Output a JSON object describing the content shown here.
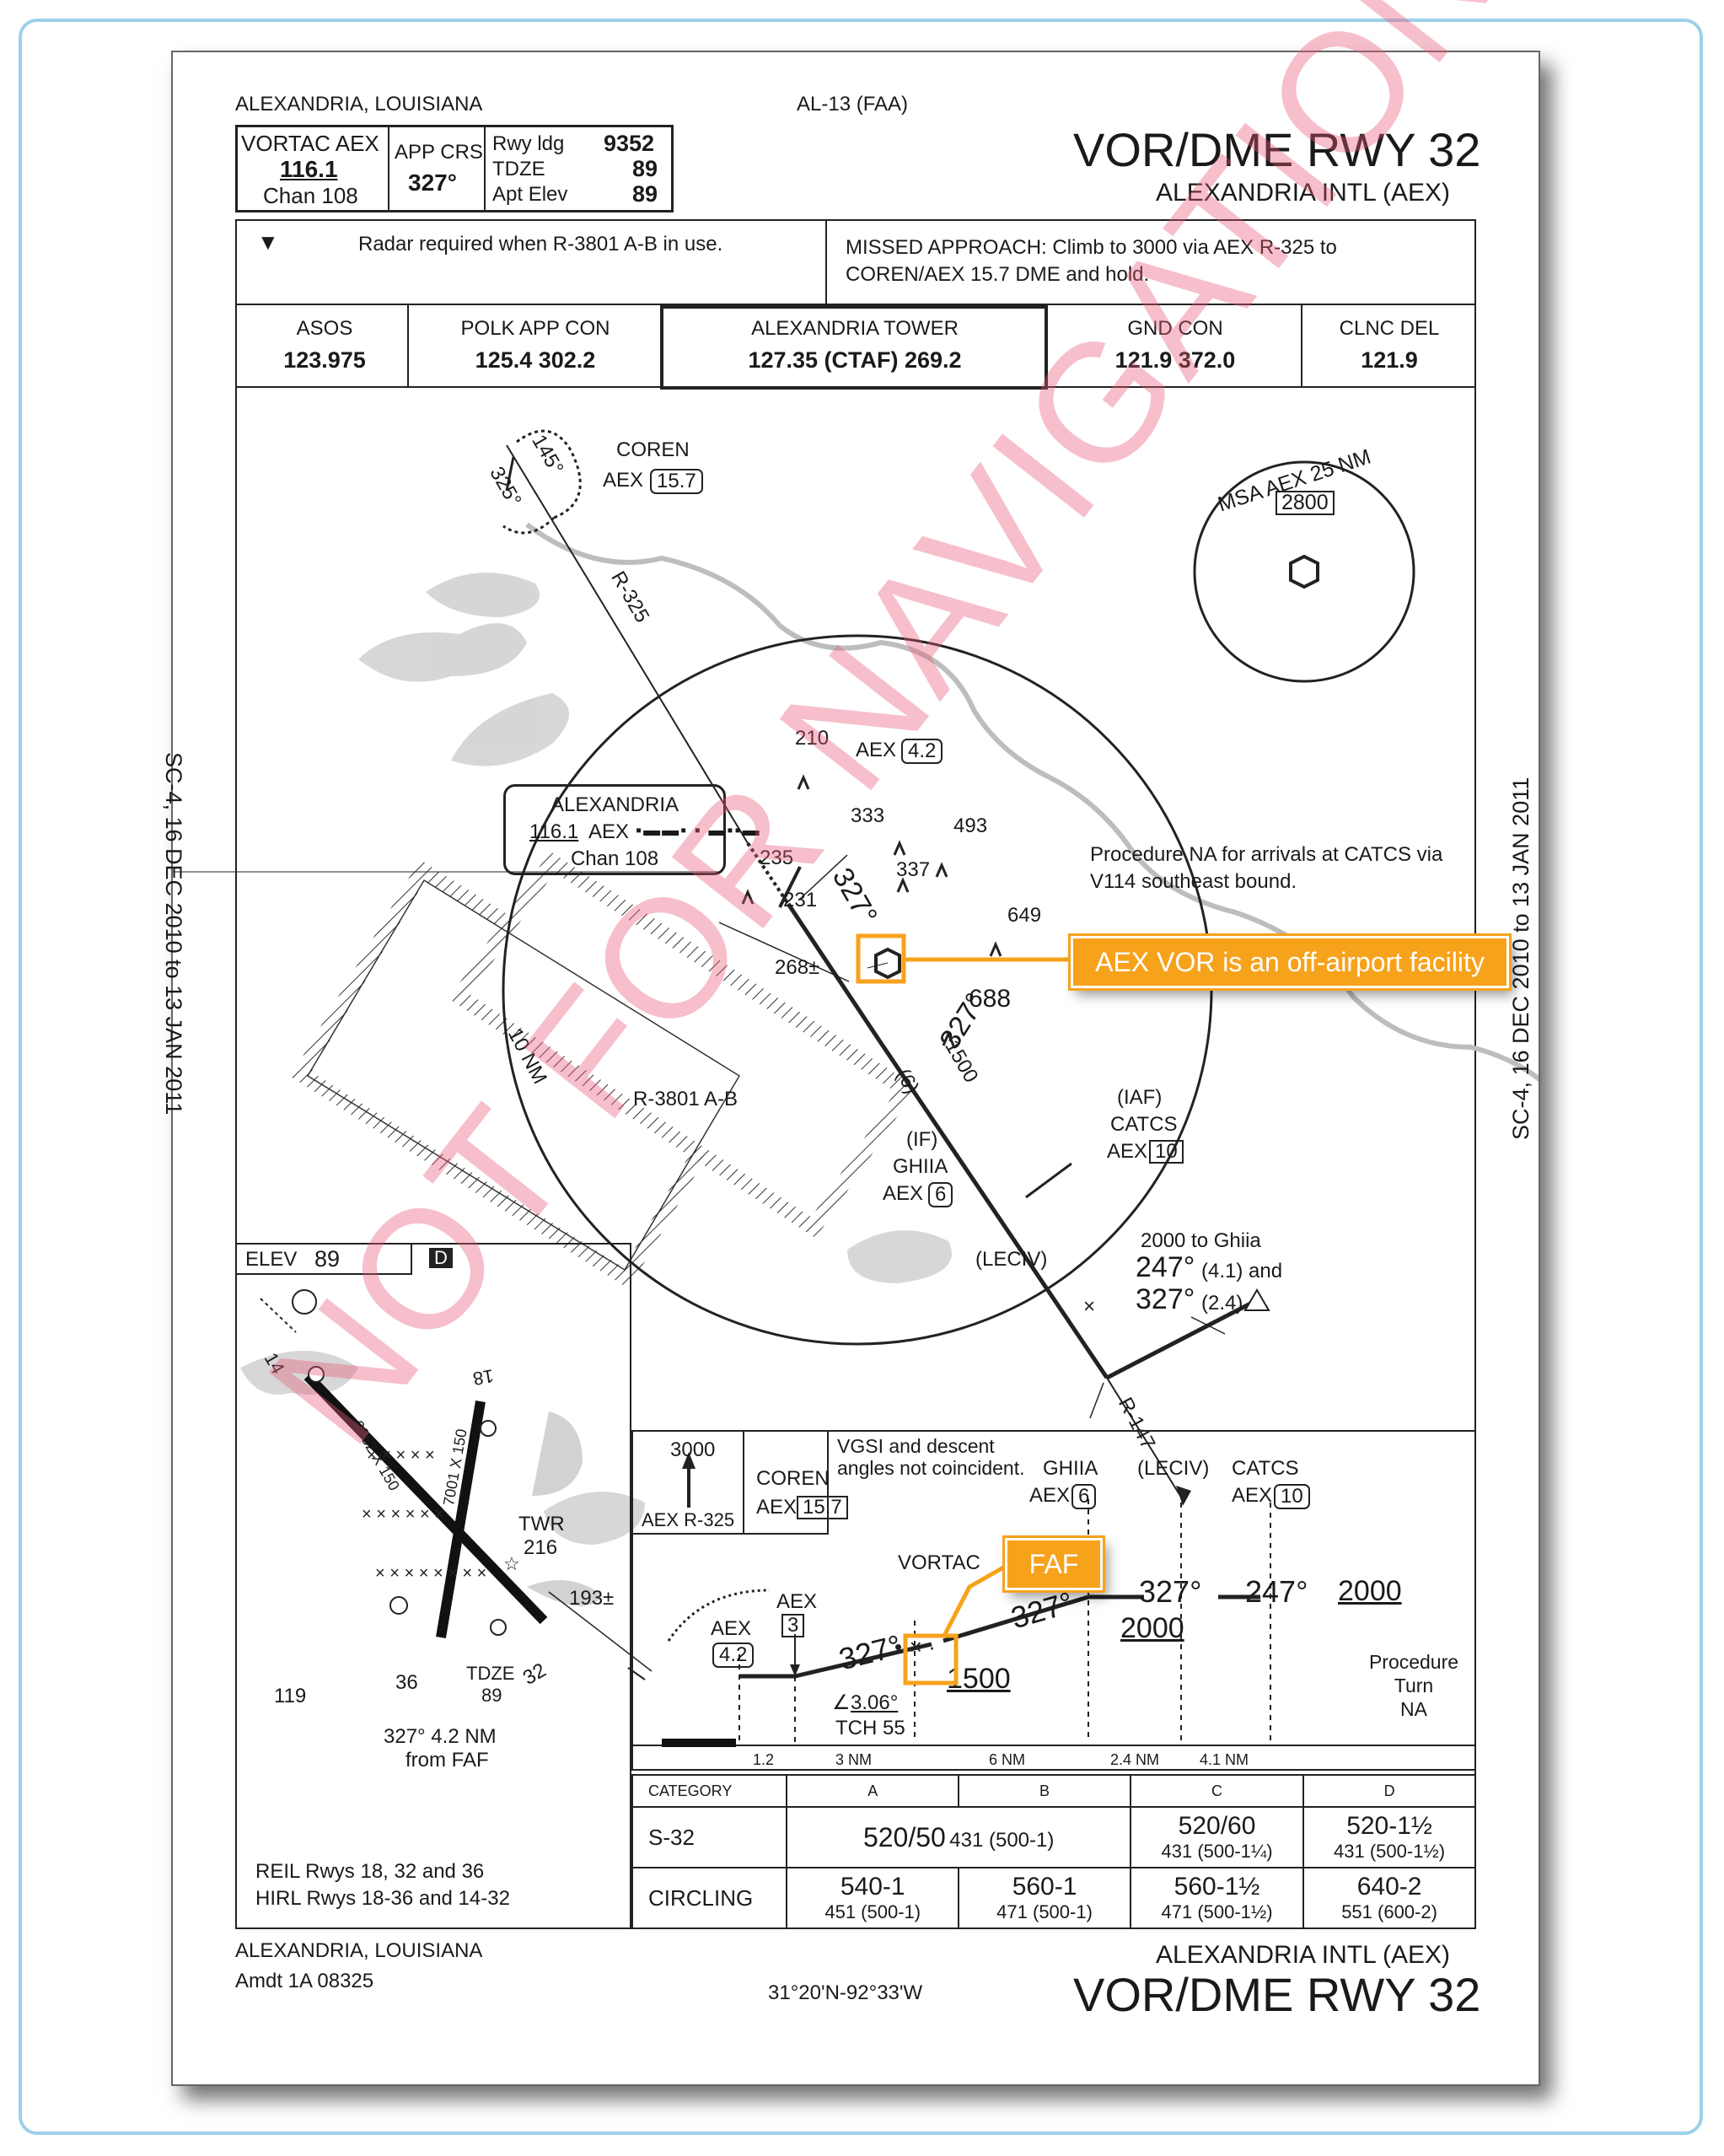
{
  "header": {
    "city": "ALEXANDRIA, LOUISIANA",
    "chart_id": "AL-13 (FAA)",
    "title": "VOR/DME RWY 32",
    "airport": "ALEXANDRIA INTL (AEX)"
  },
  "nav_box": {
    "vortac": "VORTAC AEX",
    "freq": "116.1",
    "chan": "Chan 108",
    "app_crs_label": "APP CRS",
    "app_crs": "327°",
    "rwy_ldg_label": "Rwy ldg",
    "rwy_ldg": "9352",
    "tdze_label": "TDZE",
    "tdze": "89",
    "apt_elev_label": "Apt Elev",
    "apt_elev": "89"
  },
  "notes": {
    "radar": "Radar required when R-3801 A-B in use.",
    "missed_1": "MISSED APPROACH:  Climb to 3000 via AEX R-325 to",
    "missed_2": "COREN/AEX 15.7 DME and hold."
  },
  "comms": [
    {
      "label": "ASOS",
      "value": "123.975"
    },
    {
      "label": "POLK APP CON",
      "value": "125.4  302.2"
    },
    {
      "label": "ALEXANDRIA TOWER",
      "value": "127.35 (CTAF) 269.2"
    },
    {
      "label": "GND CON",
      "value": "121.9  372.0"
    },
    {
      "label": "CLNC DEL",
      "value": "121.9"
    }
  ],
  "plan": {
    "coren": "COREN",
    "coren_aex": "AEX",
    "coren_dme": "15.7",
    "hold_in": "145°",
    "hold_out": "325°",
    "r325": "R-325",
    "msa": "MSA AEX 25 NM",
    "msa_alt": "2800",
    "vor_box_name": "ALEXANDRIA",
    "vor_box_freq": "116.1",
    "vor_box_id": "AEX",
    "vor_box_chan": "Chan 108",
    "aex42": "AEX",
    "aex42_dme": "4.2",
    "obst_210": "210",
    "obst_333": "333",
    "obst_493": "493",
    "obst_337": "337",
    "obst_235": "235",
    "obst_231": "231",
    "obst_649": "649",
    "obst_268": "268±",
    "obst_688": "688",
    "crs_327_a": "327°",
    "crs_327_b": "327°",
    "seg_1500": "1500",
    "seg_6": "(6)",
    "proc_na_1": "Procedure NA for arrivals at CATCS via",
    "proc_na_2": "V114 southeast bound.",
    "ten_nm": "10 NM",
    "r3801": "R-3801 A-B",
    "if": "(IF)",
    "ghiia": "GHIIA",
    "ghiia_aex": "AEX",
    "ghiia_dme": "6",
    "iaf": "(IAF)",
    "catcs": "CATCS",
    "catcs_aex": "AEX",
    "catcs_dme": "10",
    "leciv": "(LECIV)",
    "r147": "R-147",
    "ghiia_note_1": "2000 to Ghiia",
    "ghiia_note_2a": "247°",
    "ghiia_note_2b": "(4.1) and",
    "ghiia_note_3a": "327°",
    "ghiia_note_3b": "(2.4)"
  },
  "callouts": {
    "vor": "AEX VOR is an off-airport facility",
    "faf": "FAF"
  },
  "side_text": {
    "left": "SC-4, 16 DEC 2010 to 13 JAN 2011",
    "right": "SC-4, 16 DEC 2010 to 13 JAN 2011"
  },
  "watermark": "NOT FOR NAVIGATION",
  "airport_diagram": {
    "elev_label": "ELEV",
    "elev": "89",
    "d_badge": "D",
    "rwy14": "14",
    "rwy18": "18",
    "dims_a": "9352 X 150",
    "dims_b": "7001 X 150",
    "twr": "TWR",
    "twr_elev": "216",
    "pt_193": "193±",
    "pt_119": "119",
    "rwy36": "36",
    "tdze": "TDZE",
    "tdze_val": "89",
    "rwy32": "32",
    "faf_note_1": "327° 4.2 NM",
    "faf_note_2": "from FAF",
    "reil": "REIL Rwys 18, 32 and 36",
    "hirl": "HIRL Rwys 18-36 and 14-32"
  },
  "profile": {
    "alt_3000": "3000",
    "aex_r325": "AEX R-325",
    "coren": "COREN",
    "coren_aex": "AEX",
    "coren_dme": "15.7",
    "vgsi_1": "VGSI and descent",
    "vgsi_2": "angles not coincident.",
    "ghiia": "GHIIA",
    "ghiia_aex": "AEX",
    "ghiia_dme": "6",
    "leciv": "(LECIV)",
    "catcs": "CATCS",
    "catcs_aex": "AEX",
    "catcs_dme": "10",
    "vortac": "VORTAC",
    "aex3": "AEX",
    "aex3_dme": "3",
    "aex42": "AEX",
    "aex42_dme": "4.2",
    "crs1": "327°",
    "crs2": "327°",
    "crs3": "327°",
    "crs4": "247°",
    "alt_1500": "1500",
    "alt_2000a": "2000",
    "alt_2000b": "2000",
    "glide": "3.06°",
    "tch": "TCH 55",
    "proc_turn_1": "Procedure",
    "proc_turn_2": "Turn",
    "proc_turn_3": "NA",
    "dist_1": "1.2",
    "dist_2": "3 NM",
    "dist_3": "6 NM",
    "dist_4": "2.4 NM",
    "dist_5": "4.1 NM"
  },
  "minimums": {
    "category_label": "CATEGORY",
    "cats": [
      "A",
      "B",
      "C",
      "D"
    ],
    "rows": [
      {
        "label": "S-32",
        "ab": "520/50",
        "ab_sub": "431 (500-1)",
        "c": "520/60",
        "c_sub": "431 (500-1¼)",
        "d": "520-1½",
        "d_sub": "431 (500-1½)"
      },
      {
        "label": "CIRCLING",
        "a": "540-1",
        "a_sub": "451 (500-1)",
        "b": "560-1",
        "b_sub": "471 (500-1)",
        "c": "560-1½",
        "c_sub": "471 (500-1½)",
        "d": "640-2",
        "d_sub": "551 (600-2)"
      }
    ]
  },
  "footer": {
    "city": "ALEXANDRIA, LOUISIANA",
    "amdt": "Amdt 1A  08325",
    "coords": "31°20'N-92°33'W",
    "airport": "ALEXANDRIA INTL (AEX)",
    "title": "VOR/DME RWY 32"
  },
  "colors": {
    "callout": "#f7a21b",
    "watermark": "#e85a78",
    "frame": "#9cd0ea"
  }
}
